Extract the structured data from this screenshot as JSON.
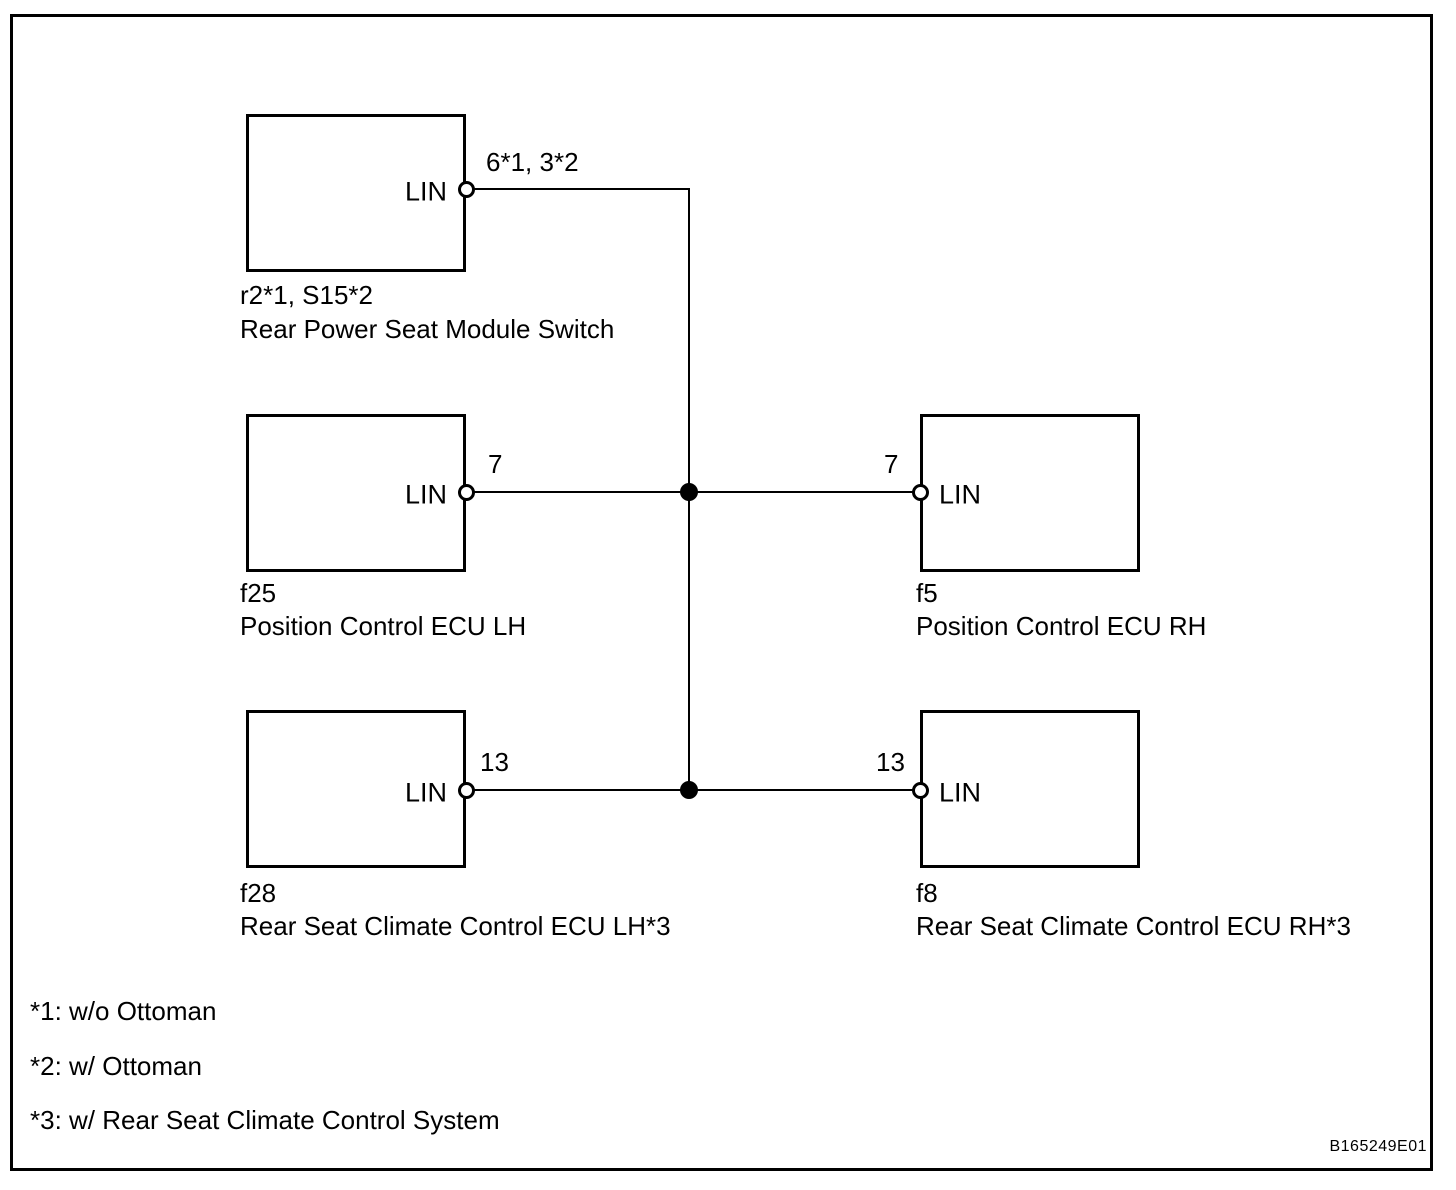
{
  "diagram": {
    "figure_code": "B165249E01",
    "modules": [
      {
        "id": "r2*1, S15*2",
        "name": "Rear Power Seat Module Switch",
        "port": "LIN",
        "pin": "6*1, 3*2"
      },
      {
        "id": "f25",
        "name": "Position Control ECU LH",
        "port": "LIN",
        "pin": "7"
      },
      {
        "id": "f5",
        "name": "Position Control ECU RH",
        "port": "LIN",
        "pin": "7"
      },
      {
        "id": "f28",
        "name": "Rear Seat Climate Control ECU LH*3",
        "port": "LIN",
        "pin": "13"
      },
      {
        "id": "f8",
        "name": "Rear Seat Climate Control ECU RH*3",
        "port": "LIN",
        "pin": "13"
      }
    ],
    "footnotes": [
      "*1: w/o Ottoman",
      "*2: w/ Ottoman",
      "*3: w/ Rear Seat Climate Control System"
    ]
  }
}
